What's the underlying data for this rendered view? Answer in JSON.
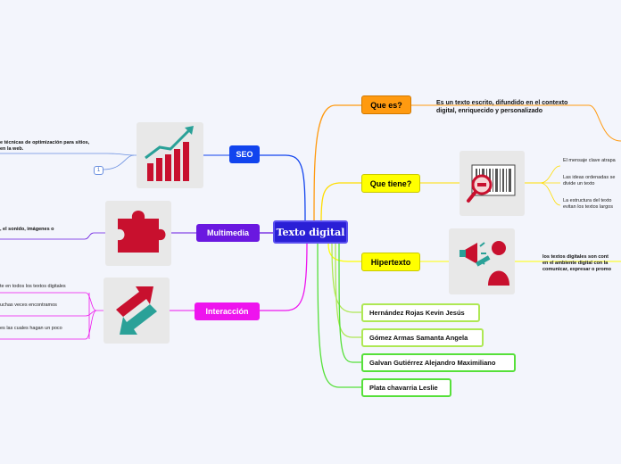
{
  "central": {
    "label": "Texto digital"
  },
  "right": {
    "que_es": {
      "label": "Que es?",
      "text_line1": "Es un texto escrito, difundido en el contexto",
      "text_line2": "digital, enriquecido y personalizado"
    },
    "que_tiene": {
      "label": "Que tiene?",
      "items": [
        [
          "El mensaje clave atrapa"
        ],
        [
          "Las ideas ordenadas se",
          "divide un texto"
        ],
        [
          "La estructura del texto",
          "evitan los textos largos"
        ]
      ]
    },
    "hipertexto": {
      "label": "Hipertexto",
      "text_line1": "los textos digitales son cont",
      "text_line2": "en el ambiente digital con la",
      "text_line3": "comunicar, expresar o promo"
    },
    "names": [
      "Hernández Rojas Kevin Jesús",
      "Gómez Armas Samanta Angela",
      "Galvan Gutiérrez Alejandro Maximiliano",
      "Plata chavarria Leslie"
    ]
  },
  "left": {
    "seo": {
      "label": "SEO",
      "text_line1": "e técnicas de optimización para sitios,",
      "text_line2": "en la web.",
      "badge": "1"
    },
    "multimedia": {
      "label": "Multimedia",
      "text": ", el sonido, imágenes o"
    },
    "interaccion": {
      "label": "Interacción",
      "items": [
        "te en todos los textos digitales",
        "uchas veces encontramos",
        "es las cuales hagan un poco"
      ]
    }
  },
  "colors": {
    "central": "#2a1fd6",
    "orange": "#ff9a10",
    "yellow": "#ffff00",
    "lime": "#aee854",
    "green": "#56e03a",
    "seo": "#1144ee",
    "multimedia": "#6a18e0",
    "interaccion": "#ee14ee"
  },
  "icons": [
    "growth-chart-icon",
    "barcode-magnifier-icon",
    "megaphone-person-icon",
    "puzzle-piece-icon",
    "arrows-exchange-icon"
  ]
}
